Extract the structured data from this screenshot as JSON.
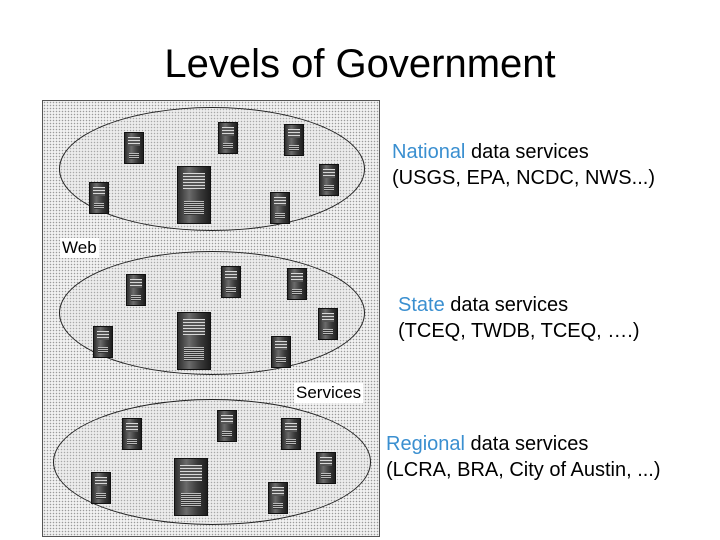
{
  "title": "Levels of Government",
  "levels": [
    {
      "accent_word": "National",
      "rest": " data services",
      "detail": "(USGS, EPA, NCDC, NWS...)"
    },
    {
      "accent_word": "State",
      "rest": " data services",
      "detail": "(TCEQ, TWDB, TCEQ, ….)"
    },
    {
      "accent_word": "Regional",
      "rest": " data services",
      "detail": "(LCRA, BRA, City of Austin, ...)"
    }
  ],
  "tags": {
    "web": "Web",
    "services": "Services"
  },
  "colors": {
    "accent": "#3a8fd0",
    "outline": "#222222"
  },
  "icon": "server-tower-icon"
}
